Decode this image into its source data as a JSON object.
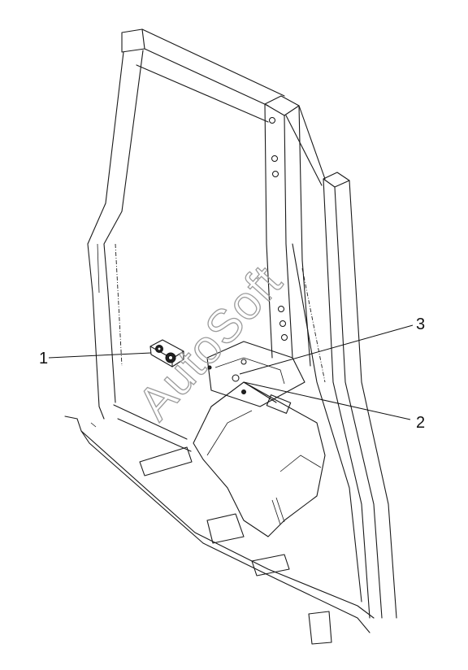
{
  "watermark": "AutoSoft",
  "callouts": [
    {
      "id": "1",
      "label": "1"
    },
    {
      "id": "2",
      "label": "2"
    },
    {
      "id": "3",
      "label": "3"
    }
  ],
  "colors": {
    "ink": "#1a1a1a",
    "watermark": "#9a9a9a",
    "background": "#ffffff"
  }
}
